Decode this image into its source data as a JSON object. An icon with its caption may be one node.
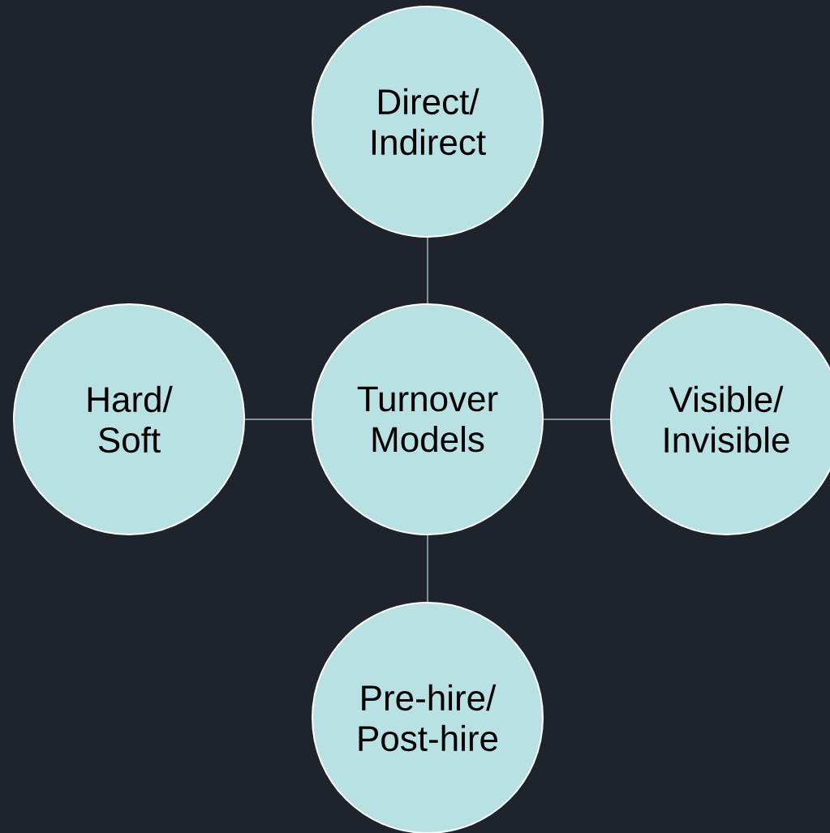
{
  "diagram": {
    "nodes": [
      {
        "text": [
          "Direct/ Indirect"
        ]
      },
      {
        "text": [
          "Hard/ Soft"
        ]
      },
      {
        "text": [
          "Turnover Models"
        ]
      },
      {
        "text": [
          "Visible/ Invisible"
        ]
      },
      {
        "text": [
          "Pre-hire/ Post-hire"
        ]
      }
    ],
    "edges": [
      {
        "from": 2,
        "to": 0,
        "arrow": "none"
      },
      {
        "from": 2,
        "to": 1,
        "arrow": "none"
      },
      {
        "from": 2,
        "to": 3,
        "arrow": "none"
      },
      {
        "from": 2,
        "to": 4,
        "arrow": "none"
      }
    ]
  }
}
